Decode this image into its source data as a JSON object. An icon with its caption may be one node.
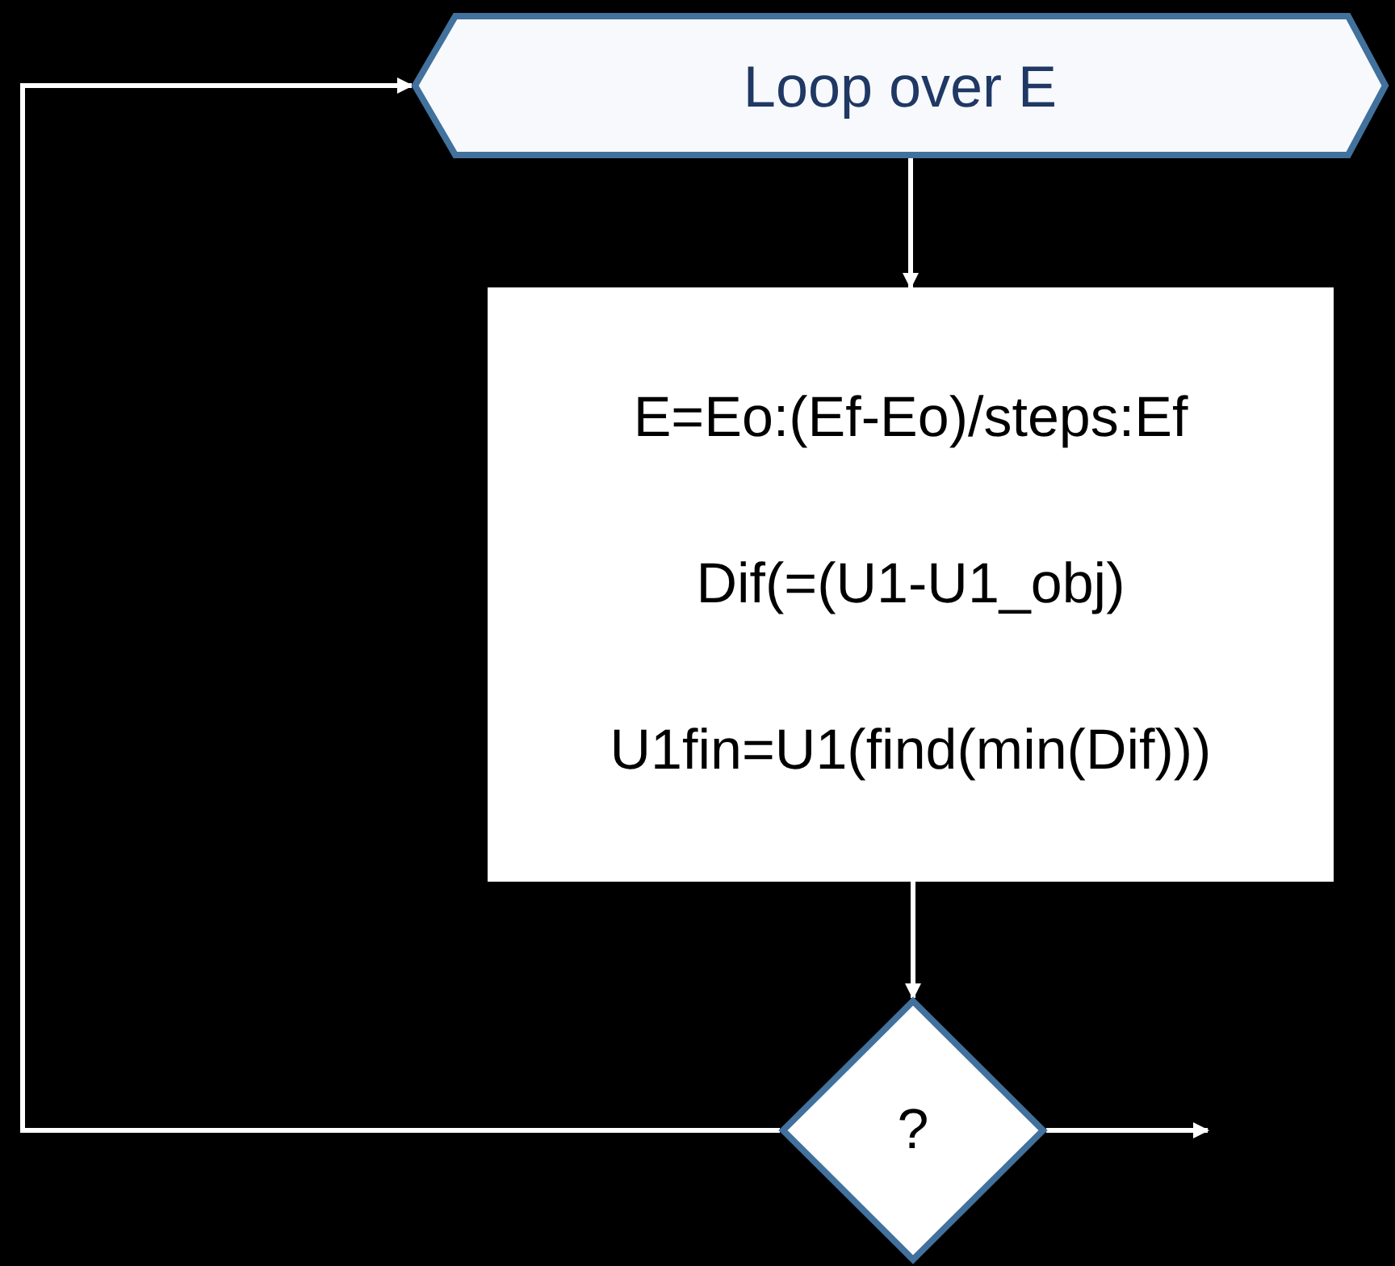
{
  "diagram": {
    "nodes": [
      {
        "text": [
          "Loop over E"
        ]
      },
      {
        "text": [
          "E=Eo:(Ef-Eo)/steps:Ef",
          "Dif(=(U1-U1_obj)",
          "U1fin=U1(find(min(Dif)))"
        ]
      },
      {
        "text": [
          "?"
        ]
      }
    ],
    "edges": [
      {
        "from": 0,
        "to": 1,
        "arrow": "to"
      },
      {
        "from": 1,
        "to": 2,
        "arrow": "to"
      },
      {
        "from": 2,
        "to": 0,
        "arrow": "to"
      },
      {
        "from": 2,
        "to": null,
        "arrow": "to"
      }
    ]
  }
}
